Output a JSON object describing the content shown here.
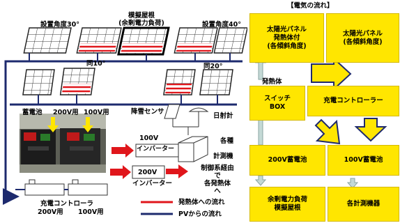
{
  "left": {
    "angle_30": "設置角度30°",
    "model_roof_line1": "模擬屋根",
    "model_roof_line2": "(余剰電力負荷)",
    "angle_40": "設置角度40°",
    "angle_10": "同10°",
    "angle_20": "同20°",
    "battery_label": "蓄電池",
    "battery_200": "200V用",
    "battery_100": "100V用",
    "snow_sensor": "降雪センサ",
    "sunshine_meter": "日射計",
    "inverter_100_line1": "100V",
    "inverter_100_line2": "インバーター",
    "instruments_line1": "各種",
    "instruments_line2": "計測機",
    "inverter_200_line1": "200V",
    "inverter_200_line2": "インバーター",
    "control_line1": "制御系経由",
    "control_line2": "で",
    "control_line3": "各発熱体",
    "control_line4": "へ",
    "charge_controller": "充電コントローラ",
    "cc_200": "200V用",
    "cc_100": "100V用",
    "legend_heat": "発熱体への流れ",
    "legend_pv": "PVからの流れ",
    "legend_heat_color": "#e0161b",
    "legend_pv_color": "#1d2a6e"
  },
  "right": {
    "title": "【電気の流れ】",
    "box_pv_heat": [
      "太陽光パネル",
      "発熱体付",
      "(各傾斜角度)"
    ],
    "box_pv": [
      "太陽光パネル",
      "(各傾斜角度)"
    ],
    "heat_label": "発熱体",
    "box_switch": [
      "スイッチ",
      "BOX"
    ],
    "box_charge_controller": "充電コントローラー",
    "box_battery_200": "200V蓄電池",
    "box_battery_100": "100V蓄電池",
    "box_surplus": [
      "余剰電力負荷",
      "模擬屋根"
    ],
    "box_instruments": "各計測機器",
    "box_color": "#ffe600",
    "arrow_color": "#ffe600"
  }
}
